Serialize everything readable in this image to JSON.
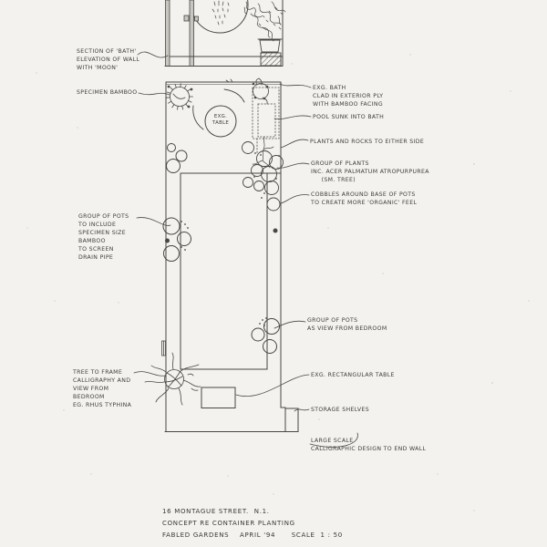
{
  "sheet": {
    "paper_color": "#f3f2ee",
    "ink_color": "#4a4742",
    "post_fill": "#c7c6c0"
  },
  "annotations": {
    "section": "SECTION OF 'BATH'\nELEVATION OF WALL\nWITH 'MOON'",
    "specimen_bamboo": "SPECIMEN BAMBOO",
    "exg_bath": "EXG. BATH\nCLAD IN EXTERIOR PLY\nWITH BAMBOO FACING",
    "pool": "POOL SUNK INTO BATH",
    "plants_rocks": "PLANTS AND ROCKS TO EITHER SIDE",
    "group_of_plants": "GROUP OF PLANTS\nINC. ACER PALMATUM ATROPURPUREA\n     (SM. TREE)",
    "cobbles": "COBBLES AROUND BASE OF POTS\nTO CREATE MORE 'ORGANIC' FEEL",
    "group_pots_left": "GROUP OF POTS\nTO INCLUDE\nSPECIMEN SIZE\nBAMBOO\nTO SCREEN\nDRAIN PIPE",
    "group_pots_right": "GROUP OF POTS\nAS VIEW FROM BEDROOM",
    "tree_frame": "TREE TO FRAME\nCALLIGRAPHY AND\nVIEW FROM\nBEDROOM\nEG. RHUS TYPHINA",
    "exg_rect_table": "EXG. RECTANGULAR TABLE",
    "storage": "STORAGE SHELVES",
    "large_scale": "LARGE SCALE\nCALLIGRAPHIC DESIGN TO END WALL"
  },
  "plan_labels": {
    "existing_table": "EXG.\nTABLE"
  },
  "title_block": {
    "line1": "16 MONTAGUE STREET.  N.1.",
    "line2": "CONCEPT RE CONTAINER PLANTING",
    "line3": "FABLED GARDENS    APRIL '94      SCALE  1 : 50"
  }
}
